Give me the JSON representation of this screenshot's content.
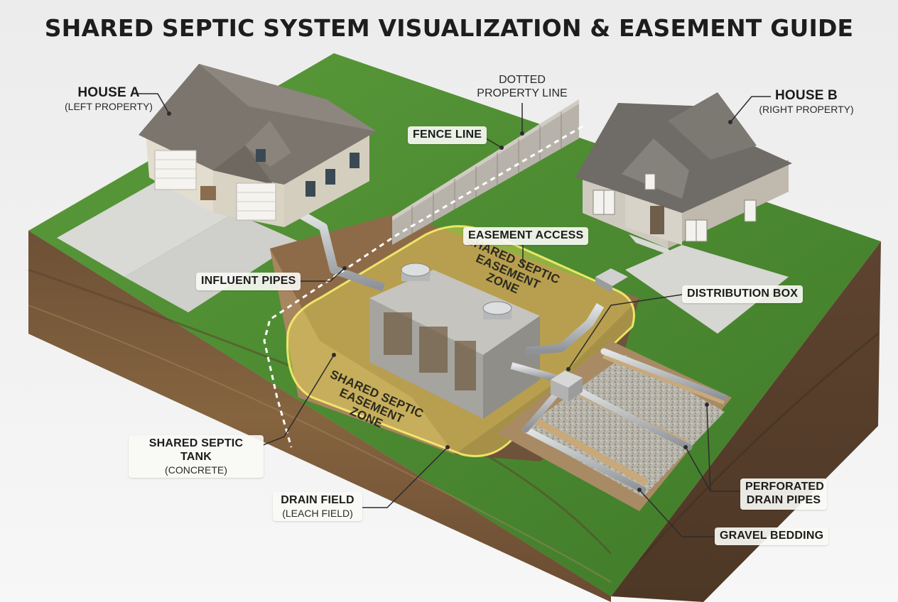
{
  "title": "SHARED SEPTIC SYSTEM VISUALIZATION & EASEMENT GUIDE",
  "labels": {
    "house_a": {
      "main": "HOUSE A",
      "sub": "(LEFT PROPERTY)"
    },
    "house_b": {
      "main": "HOUSE B",
      "sub": "(RIGHT PROPERTY)"
    },
    "dotted_property_line": {
      "main": "DOTTED",
      "sub": "PROPERTY LINE"
    },
    "fence_line": {
      "main": "FENCE LINE"
    },
    "easement_access": {
      "main": "EASEMENT ACCESS"
    },
    "influent_pipes": {
      "main": "INFLUENT PIPES"
    },
    "distribution_box": {
      "main": "DISTRIBUTION BOX"
    },
    "shared_septic_tank": {
      "main": "SHARED SEPTIC TANK",
      "sub": "(CONCRETE)"
    },
    "drain_field": {
      "main": "DRAIN FIELD",
      "sub": "(LEACH FIELD)"
    },
    "perforated_drain_pipes": {
      "main": "PERFORATED",
      "sub": "DRAIN PIPES"
    },
    "gravel_bedding": {
      "main": "GRAVEL BEDDING"
    }
  },
  "zone_labels": {
    "upper": {
      "line1": "SHARED SEPTIC",
      "line2": "EASEMENT ZONE"
    },
    "lower": {
      "line1": "SHARED SEPTIC",
      "line2": "EASEMENT ZONE"
    }
  },
  "colors": {
    "grass": "#4f8c33",
    "soil": "#7a5a3c",
    "concrete": "#a9a9a5",
    "easement": "#f2e85a",
    "pipe": "#c4c7c9",
    "gravel": "#b7b7b3"
  }
}
